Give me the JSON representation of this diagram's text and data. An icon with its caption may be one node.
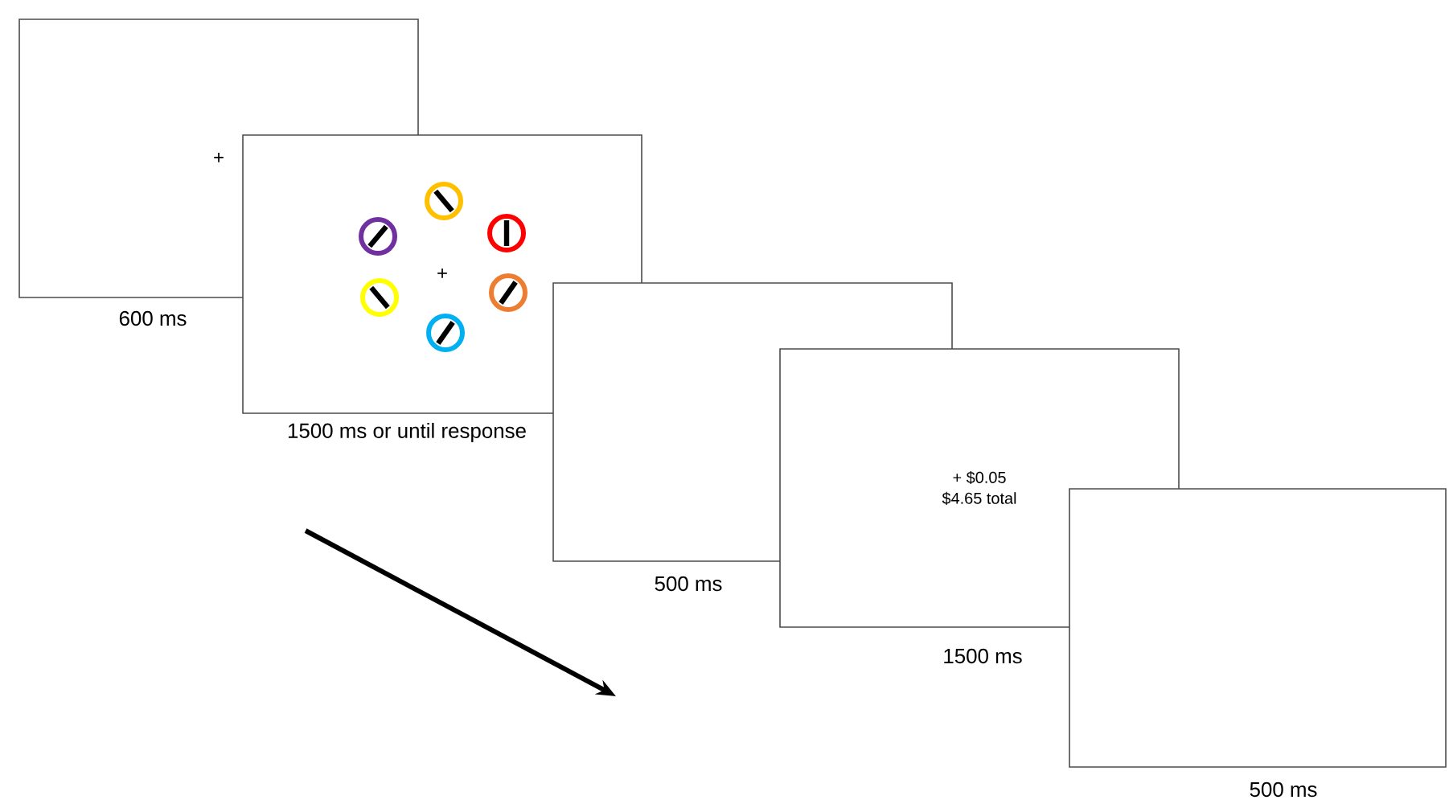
{
  "diagram": {
    "nodes": [
      {
        "text": [
          "+"
        ],
        "beside": [
          "600 ms"
        ]
      },
      {
        "text": [
          "+"
        ],
        "beside": [
          "1500 ms or until response"
        ]
      },
      {
        "text": [],
        "shape": "box",
        "beside": [
          "500 ms"
        ]
      },
      {
        "text": [
          "+ $0.05 $4.65 total"
        ],
        "beside": [
          "1500 ms"
        ]
      },
      {
        "text": [],
        "shape": "box",
        "beside": [
          "500 ms"
        ]
      }
    ]
  }
}
